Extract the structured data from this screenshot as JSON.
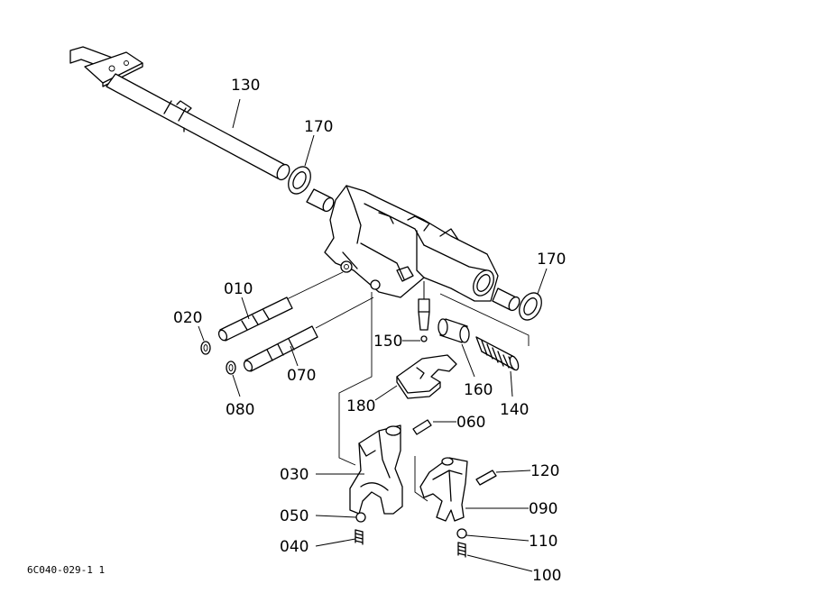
{
  "diagram": {
    "labels": {
      "p130": "130",
      "p170a": "170",
      "p170b": "170",
      "p010": "010",
      "p020": "020",
      "p150": "150",
      "p070": "070",
      "p080": "080",
      "p180": "180",
      "p160": "160",
      "p140": "140",
      "p060": "060",
      "p030": "030",
      "p120": "120",
      "p090": "090",
      "p050": "050",
      "p040": "040",
      "p110": "110",
      "p100": "100"
    },
    "drawing_code": "6C040-029-1 1"
  }
}
